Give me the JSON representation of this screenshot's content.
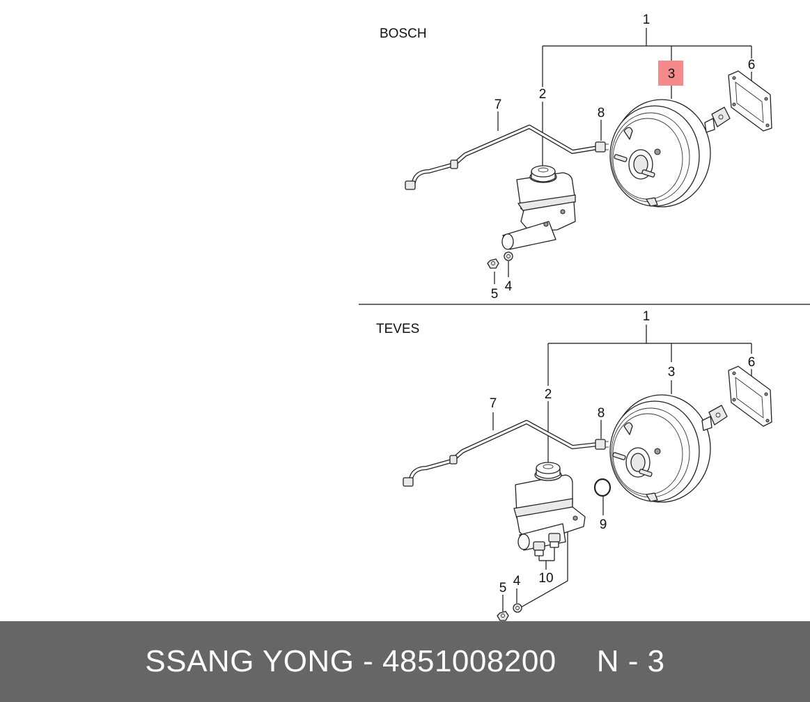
{
  "sections": [
    {
      "variant": "BOSCH",
      "callouts": {
        "c1": "1",
        "c2": "2",
        "c3": "3",
        "c4": "4",
        "c5": "5",
        "c6": "6",
        "c7": "7",
        "c8": "8"
      },
      "highlight": {
        "callout": "3",
        "color": "#f48a8a"
      }
    },
    {
      "variant": "TEVES",
      "callouts": {
        "c1": "1",
        "c2": "2",
        "c3": "3",
        "c4": "4",
        "c5": "5",
        "c6": "6",
        "c7": "7",
        "c8": "8",
        "c9": "9",
        "c10": "10"
      }
    }
  ],
  "footer": {
    "brand": "SSANG YONG",
    "separator": "-",
    "part_number": "4851008200",
    "position_code": "N - 3",
    "background": "#666666"
  }
}
